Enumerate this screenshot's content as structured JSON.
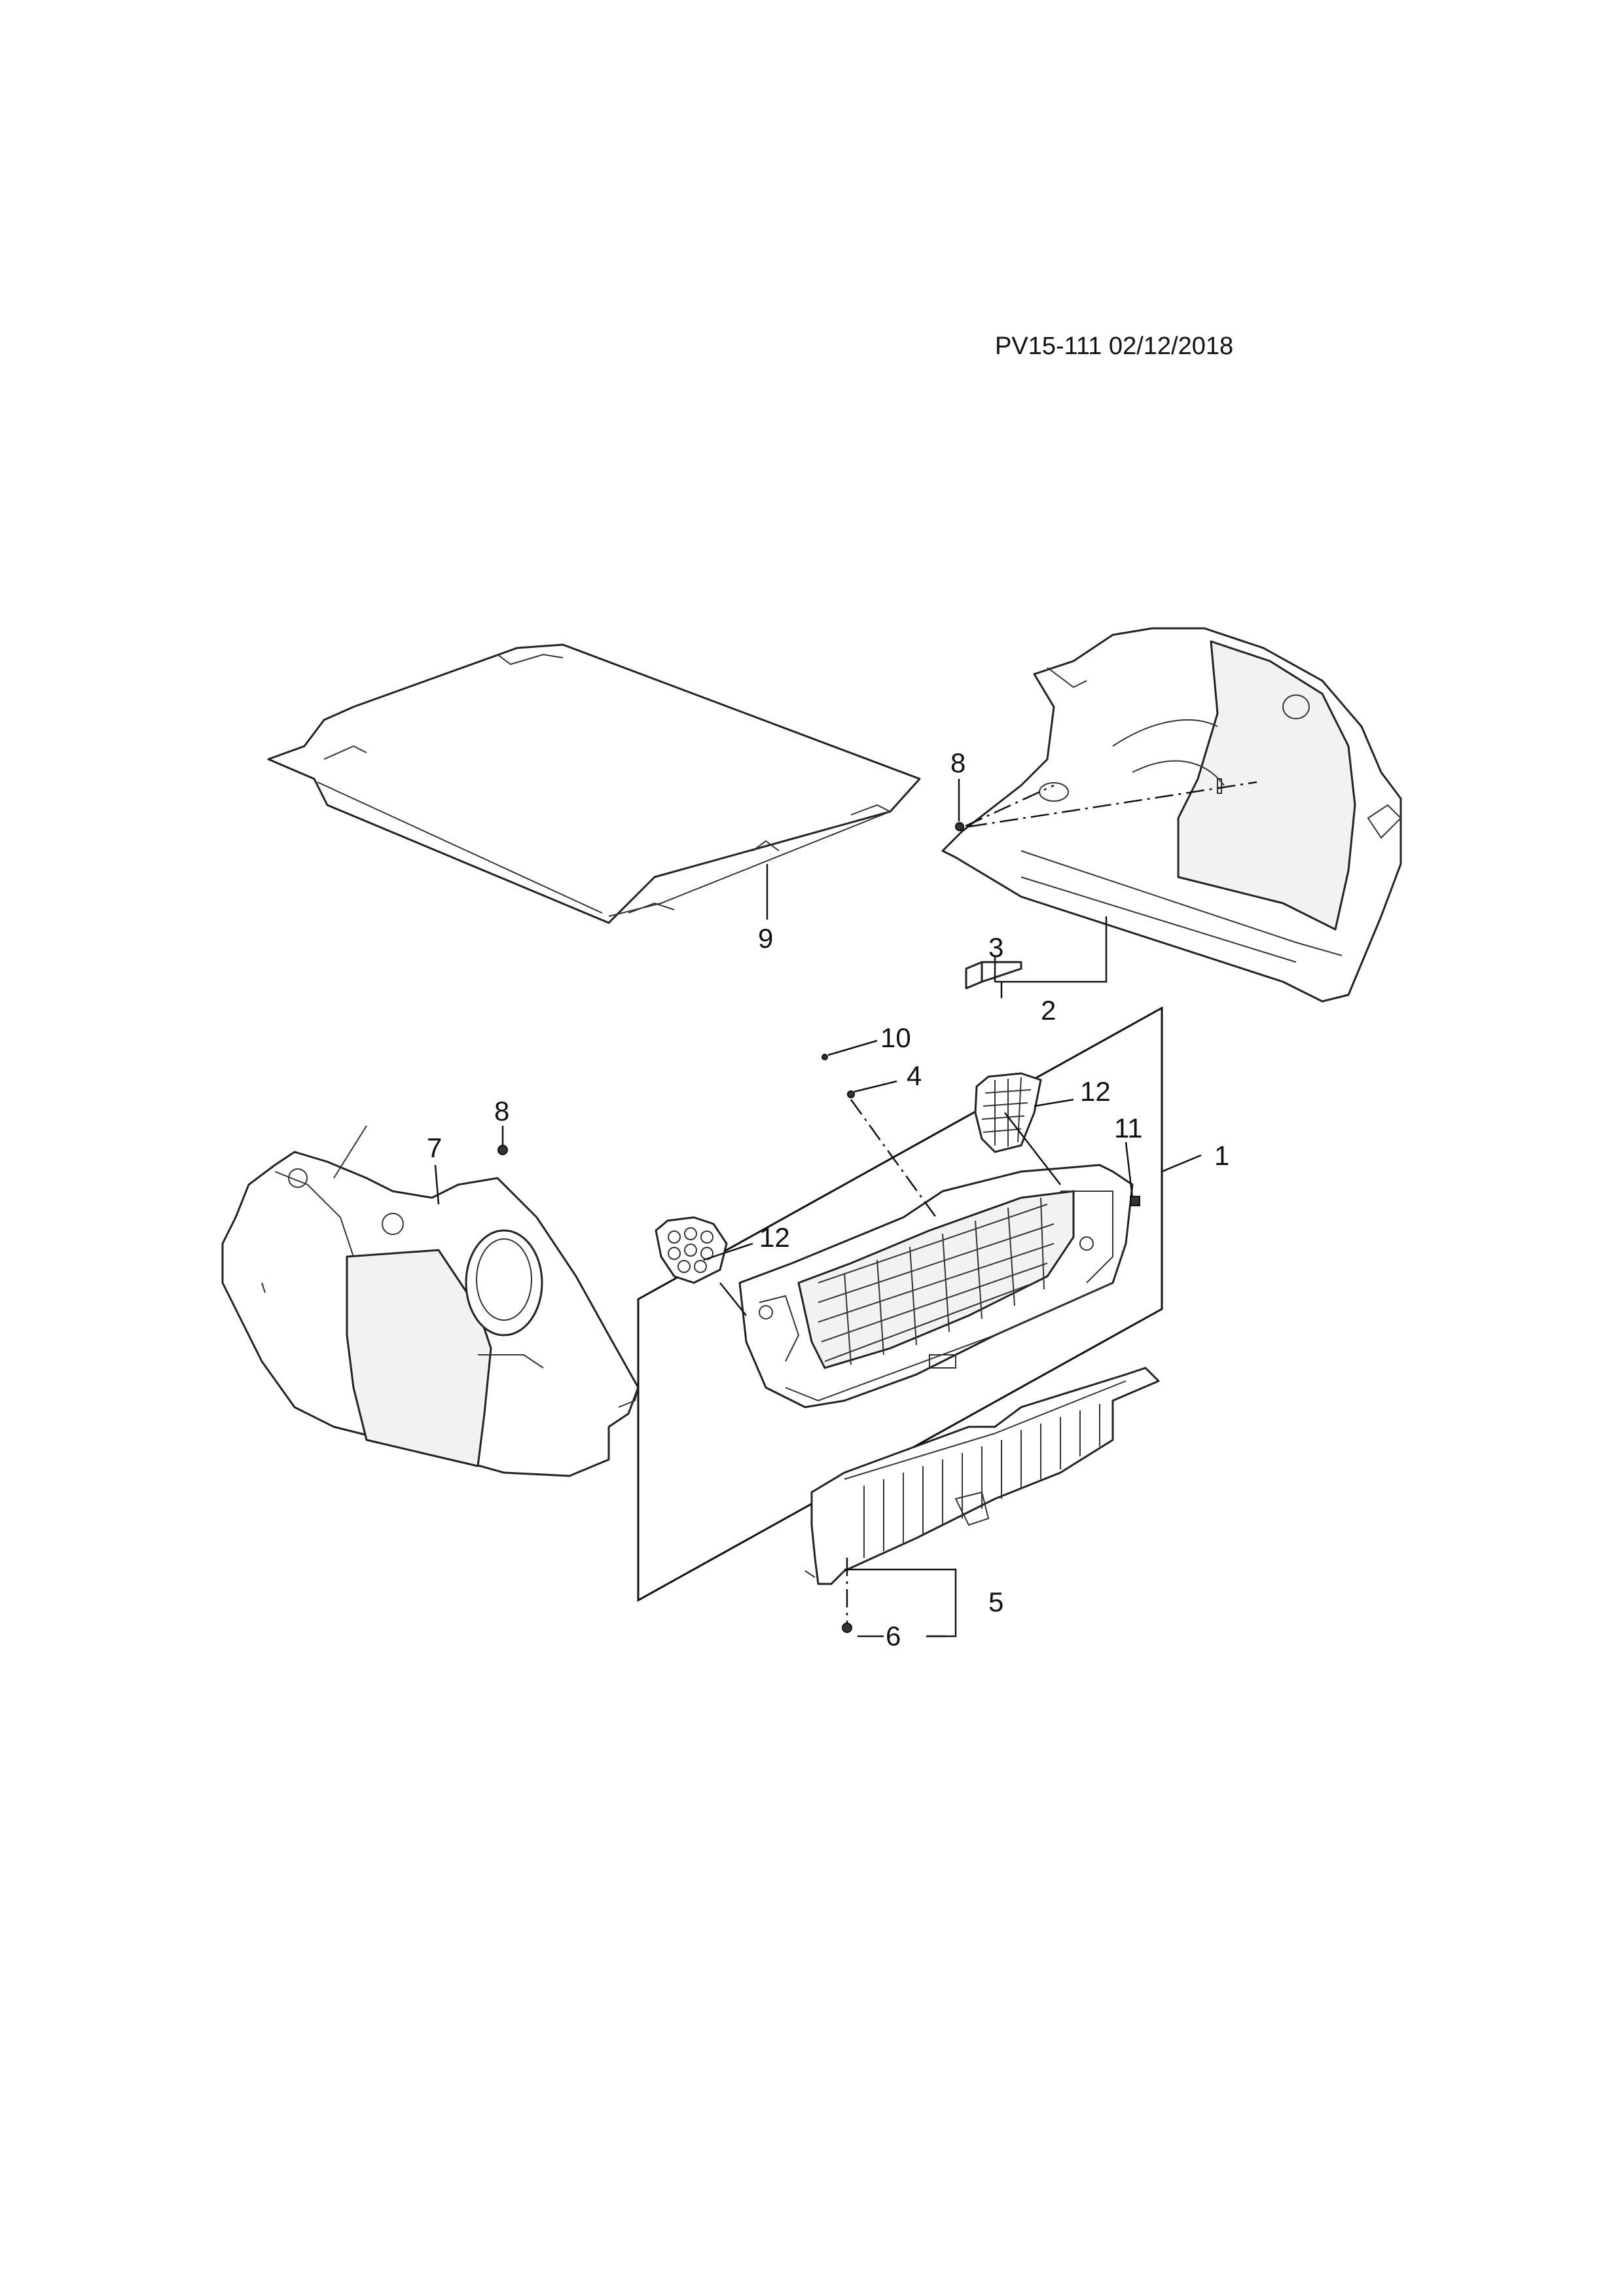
{
  "document": {
    "id": "PV15-111 02/12/2018"
  },
  "callouts": {
    "c1": "1",
    "c2": "2",
    "c3": "3",
    "c4": "4",
    "c5": "5",
    "c6": "6",
    "c7": "7",
    "c8_right": "8",
    "c8_left": "8",
    "c9": "9",
    "c10": "10",
    "c11": "11",
    "c12_right": "12",
    "c12_left": "12"
  }
}
